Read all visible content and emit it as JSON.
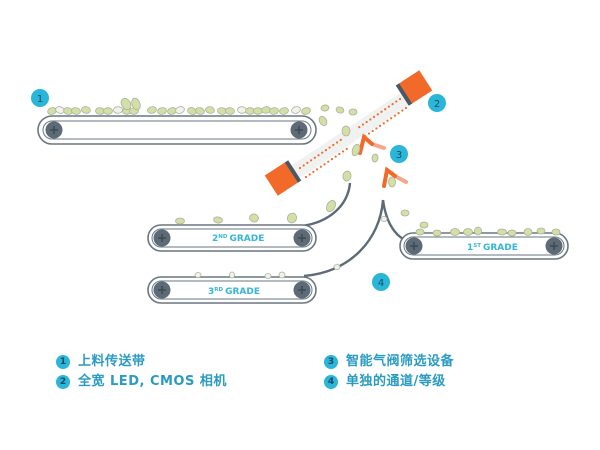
{
  "colors": {
    "accent_cyan": "#29b6d8",
    "belt_gray": "#5d6b76",
    "camera_orange": "#f26a2a",
    "grain_fill": "#d4dfa5",
    "grain_stroke": "#a9b29e",
    "label_cyan": "#35b6d6"
  },
  "badges": [
    {
      "id": "1",
      "label": "1",
      "icon": "number-badge"
    },
    {
      "id": "2",
      "label": "2",
      "icon": "number-badge"
    },
    {
      "id": "3",
      "label": "3",
      "icon": "number-badge"
    },
    {
      "id": "4",
      "label": "4",
      "icon": "number-badge"
    }
  ],
  "belts": {
    "infeed": {
      "label": ""
    },
    "grade1": {
      "num": "1",
      "sup": "ST",
      "label": "GRADE"
    },
    "grade2": {
      "num": "2",
      "sup": "ND",
      "label": "GRADE"
    },
    "grade3": {
      "num": "3",
      "sup": "RD",
      "label": "GRADE"
    }
  },
  "legend": [
    {
      "num": "1",
      "text": "上料传送带"
    },
    {
      "num": "2",
      "text": "全宽 LED, CMOS 相机"
    },
    {
      "num": "3",
      "text": "智能气阀筛选设备"
    },
    {
      "num": "4",
      "text": "单独的通道/等级"
    }
  ]
}
